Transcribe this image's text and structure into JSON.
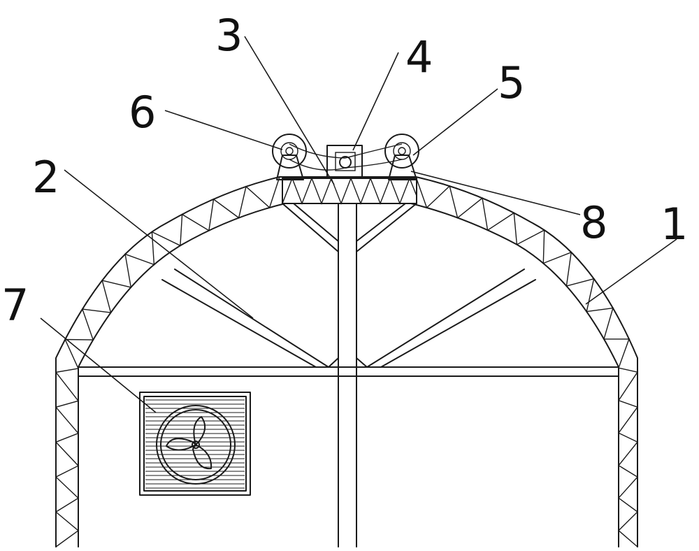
{
  "callouts": [
    {
      "id": "1",
      "text": "1"
    },
    {
      "id": "2",
      "text": "2"
    },
    {
      "id": "3",
      "text": "3"
    },
    {
      "id": "4",
      "text": "4"
    },
    {
      "id": "5",
      "text": "5"
    },
    {
      "id": "6",
      "text": "6"
    },
    {
      "id": "7",
      "text": "7"
    },
    {
      "id": "8",
      "text": "8"
    }
  ],
  "colors": {
    "line": "#1a1a1a",
    "background": "#ffffff"
  },
  "parts": {
    "frame": "arched-truss-greenhouse-frame",
    "fan": "ventilation-fan",
    "pulleys": "left-and-right-cable-pulleys",
    "motor": "center-drive-motor"
  }
}
